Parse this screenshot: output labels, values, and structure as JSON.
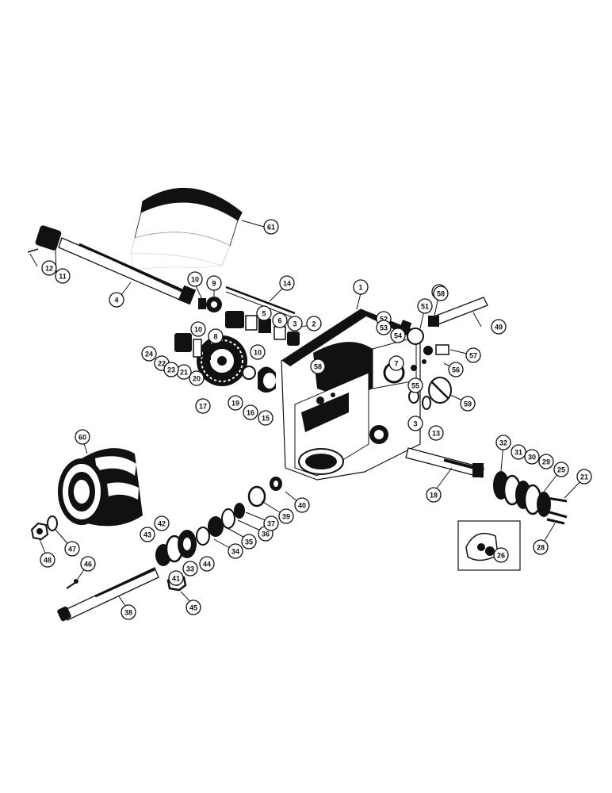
{
  "diagram": {
    "callouts": [
      {
        "id": "c1",
        "label": "1"
      },
      {
        "id": "c2",
        "label": "2"
      },
      {
        "id": "c3a",
        "label": "3"
      },
      {
        "id": "c3b",
        "label": "3"
      },
      {
        "id": "c4",
        "label": "4"
      },
      {
        "id": "c5",
        "label": "5"
      },
      {
        "id": "c6",
        "label": "6"
      },
      {
        "id": "c7",
        "label": "7"
      },
      {
        "id": "c8",
        "label": "8"
      },
      {
        "id": "c9",
        "label": "9"
      },
      {
        "id": "c10a",
        "label": "10"
      },
      {
        "id": "c10b",
        "label": "10"
      },
      {
        "id": "c10c",
        "label": "10"
      },
      {
        "id": "c11",
        "label": "11"
      },
      {
        "id": "c12",
        "label": "12"
      },
      {
        "id": "c13",
        "label": "13"
      },
      {
        "id": "c14",
        "label": "14"
      },
      {
        "id": "c15",
        "label": "15"
      },
      {
        "id": "c16",
        "label": "16"
      },
      {
        "id": "c17",
        "label": "17"
      },
      {
        "id": "c18",
        "label": "18"
      },
      {
        "id": "c19",
        "label": "19"
      },
      {
        "id": "c20",
        "label": "20"
      },
      {
        "id": "c21a",
        "label": "21"
      },
      {
        "id": "c21b",
        "label": "21"
      },
      {
        "id": "c22",
        "label": "22"
      },
      {
        "id": "c23",
        "label": "23"
      },
      {
        "id": "c24",
        "label": "24"
      },
      {
        "id": "c25",
        "label": "25"
      },
      {
        "id": "c26",
        "label": "26"
      },
      {
        "id": "c28",
        "label": "28"
      },
      {
        "id": "c29",
        "label": "29"
      },
      {
        "id": "c30",
        "label": "30"
      },
      {
        "id": "c31",
        "label": "31"
      },
      {
        "id": "c32",
        "label": "32"
      },
      {
        "id": "c33",
        "label": "33"
      },
      {
        "id": "c34",
        "label": "34"
      },
      {
        "id": "c35",
        "label": "35"
      },
      {
        "id": "c36",
        "label": "36"
      },
      {
        "id": "c37",
        "label": "37"
      },
      {
        "id": "c38",
        "label": "38"
      },
      {
        "id": "c39",
        "label": "39"
      },
      {
        "id": "c40",
        "label": "40"
      },
      {
        "id": "c41",
        "label": "41"
      },
      {
        "id": "c42",
        "label": "42"
      },
      {
        "id": "c43",
        "label": "43"
      },
      {
        "id": "c44",
        "label": "44"
      },
      {
        "id": "c45",
        "label": "45"
      },
      {
        "id": "c46",
        "label": "46"
      },
      {
        "id": "c47",
        "label": "47"
      },
      {
        "id": "c48",
        "label": "48"
      },
      {
        "id": "c49",
        "label": "49"
      },
      {
        "id": "c50",
        "label": "50"
      },
      {
        "id": "c51",
        "label": "51"
      },
      {
        "id": "c52",
        "label": "52"
      },
      {
        "id": "c53",
        "label": "53"
      },
      {
        "id": "c54",
        "label": "54"
      },
      {
        "id": "c55",
        "label": "55"
      },
      {
        "id": "c56",
        "label": "56"
      },
      {
        "id": "c57",
        "label": "57"
      },
      {
        "id": "c58a",
        "label": "58"
      },
      {
        "id": "c58b",
        "label": "58"
      },
      {
        "id": "c59",
        "label": "59"
      },
      {
        "id": "c60",
        "label": "60"
      },
      {
        "id": "c61",
        "label": "61"
      }
    ]
  }
}
